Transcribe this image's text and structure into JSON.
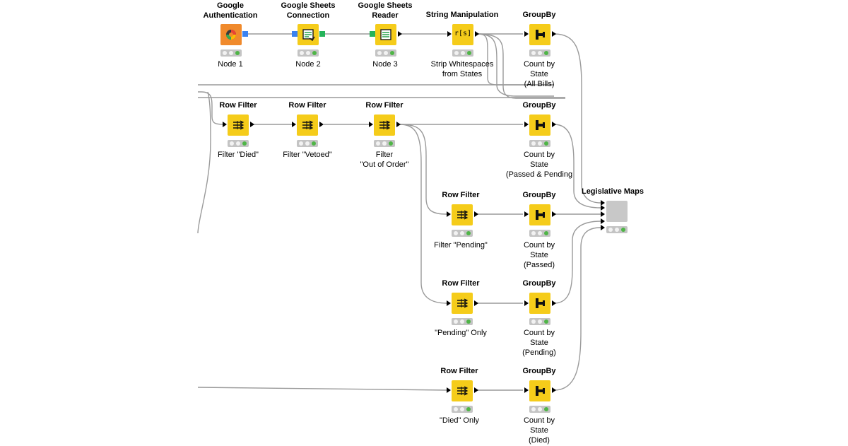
{
  "colors": {
    "node_yellow": "#f5cc1a",
    "node_orange": "#f08a2c",
    "node_grey": "#c8c8c8",
    "port_blue": "#3b82f0",
    "port_green": "#25b35a",
    "status_green": "#4fb547",
    "wire": "#9a9a9a"
  },
  "nodes": {
    "google_auth": {
      "title_1": "Google",
      "title_2": "Authentication",
      "label_1": "Node 1",
      "icon": "google-auth-icon"
    },
    "sheets_conn": {
      "title_1": "Google Sheets",
      "title_2": "Connection",
      "label_1": "Node 2",
      "icon": "sheets-connection-icon"
    },
    "sheets_reader": {
      "title_1": "Google Sheets",
      "title_2": "Reader",
      "label_1": "Node 3",
      "icon": "sheets-reader-icon"
    },
    "string_manip": {
      "title_1": "String Manipulation",
      "label_1": "Strip Whitespaces",
      "label_2": "from States",
      "icon": "string-manipulation-icon",
      "glyph": "r[s]"
    },
    "groupby_all": {
      "title_1": "GroupBy",
      "label_1": "Count by",
      "label_2": "State",
      "label_3": "(All Bills)",
      "icon": "groupby-icon"
    },
    "filter_died": {
      "title_1": "Row Filter",
      "label_1": "Filter \"Died\"",
      "icon": "row-filter-icon"
    },
    "filter_vetoed": {
      "title_1": "Row Filter",
      "label_1": "Filter \"Vetoed\"",
      "icon": "row-filter-icon"
    },
    "filter_ooo": {
      "title_1": "Row Filter",
      "label_1": "Filter",
      "label_2": "\"Out of Order\"",
      "icon": "row-filter-icon"
    },
    "groupby_pp": {
      "title_1": "GroupBy",
      "label_1": "Count by",
      "label_2": "State",
      "label_3": "(Passed & Pending",
      "icon": "groupby-icon"
    },
    "filter_pending": {
      "title_1": "Row Filter",
      "label_1": "Filter \"Pending\"",
      "icon": "row-filter-icon"
    },
    "groupby_passed": {
      "title_1": "GroupBy",
      "label_1": "Count by",
      "label_2": "State",
      "label_3": "(Passed)",
      "icon": "groupby-icon"
    },
    "filter_pending_only": {
      "title_1": "Row Filter",
      "label_1": "\"Pending\" Only",
      "icon": "row-filter-icon"
    },
    "groupby_pending": {
      "title_1": "GroupBy",
      "label_1": "Count by",
      "label_2": "State",
      "label_3": "(Pending)",
      "icon": "groupby-icon"
    },
    "filter_died_only": {
      "title_1": "Row Filter",
      "label_1": "\"Died\" Only",
      "icon": "row-filter-icon"
    },
    "groupby_died": {
      "title_1": "GroupBy",
      "label_1": "Count by",
      "label_2": "State",
      "label_3": "(Died)",
      "icon": "groupby-icon"
    },
    "leg_maps": {
      "title_1": "Legislative Maps",
      "icon": "component-icon"
    }
  }
}
